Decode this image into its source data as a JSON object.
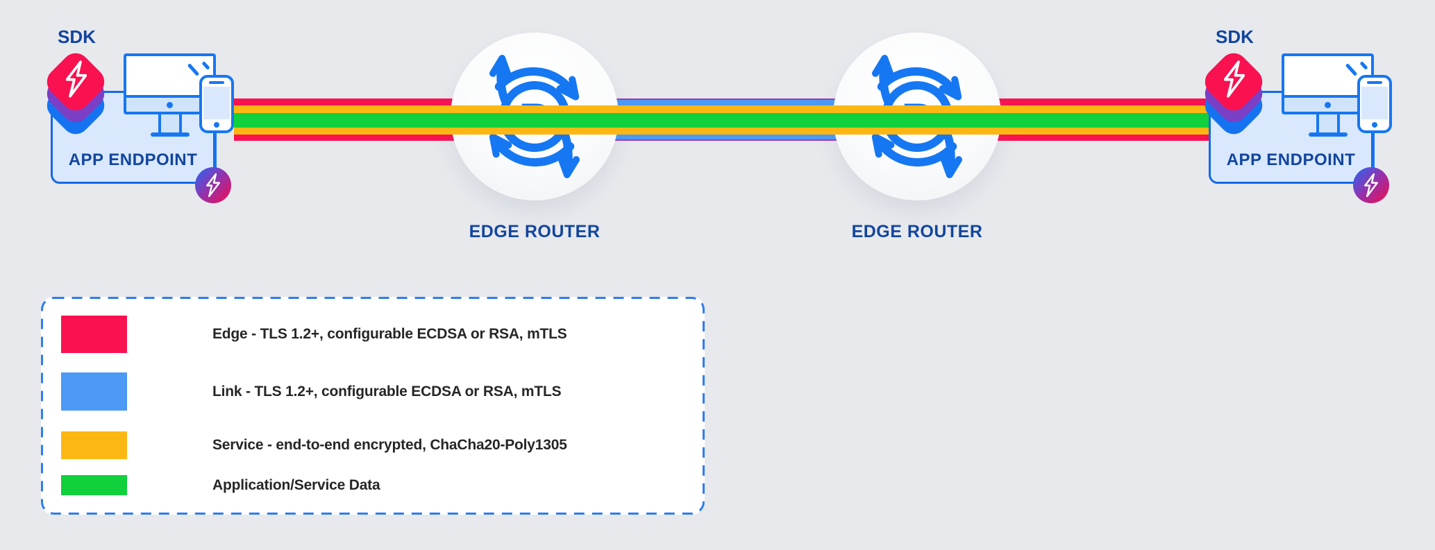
{
  "endpoints": {
    "left": {
      "sdk_label": "SDK",
      "name": "APP ENDPOINT"
    },
    "right": {
      "sdk_label": "SDK",
      "name": "APP ENDPOINT"
    }
  },
  "routers": {
    "left": {
      "label": "EDGE ROUTER"
    },
    "right": {
      "label": "EDGE ROUTER"
    }
  },
  "bands": {
    "edge_color": "#FA1150",
    "link_color": "#4C99F6",
    "service_color": "#FDB713",
    "data_color": "#10D13C",
    "link_seam_color": "#9B3DB2"
  },
  "icons": {
    "sdk_stack": "sdk-layers-icon",
    "bolt": "lightning-bolt-icon",
    "router": "router-arrows-icon",
    "monitor": "desktop-monitor-icon",
    "phone": "smartphone-icon"
  },
  "legend": {
    "items": [
      {
        "id": "edge",
        "color": "#FA1150",
        "label": "Edge - TLS 1.2+, configurable ECDSA or RSA, mTLS"
      },
      {
        "id": "link",
        "color": "#4C99F6",
        "label": "Link - TLS 1.2+, configurable ECDSA or RSA, mTLS"
      },
      {
        "id": "service",
        "color": "#FDB713",
        "label": "Service - end-to-end encrypted, ChaCha20-Poly1305"
      },
      {
        "id": "data",
        "color": "#10D13C",
        "label": "Application/Service Data"
      }
    ]
  }
}
